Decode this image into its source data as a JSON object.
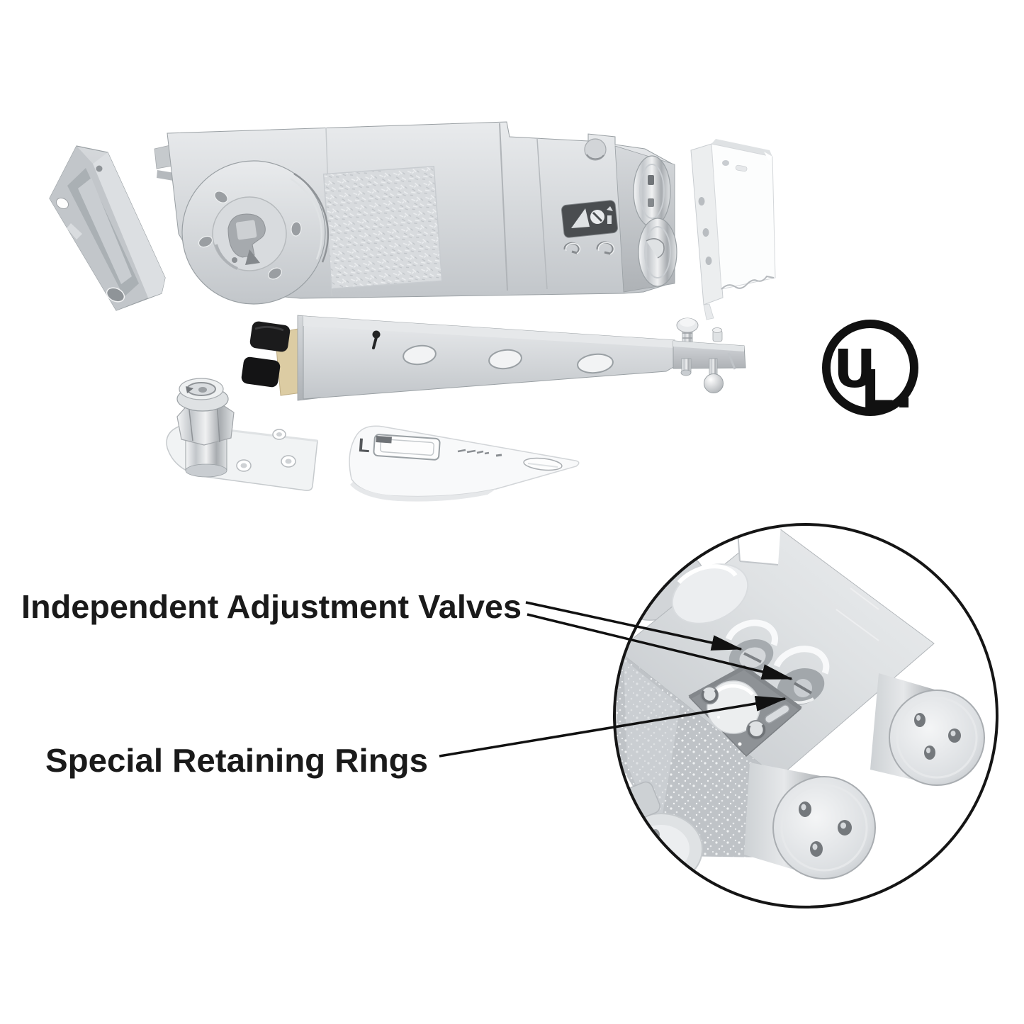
{
  "labels": {
    "adjustment_valves": "Independent Adjustment Valves",
    "retaining_rings": "Special Retaining Rings"
  },
  "certification": {
    "letter_u": "U",
    "letter_l": "L."
  },
  "stamps": {
    "side_arm_letter": "L"
  },
  "colors": {
    "background": "#ffffff",
    "label_text": "#1a1a1a",
    "callout_line": "#111111",
    "detail_circle_outline": "#151515",
    "ul_mark": "#111111",
    "metal_light": "#e9ebed",
    "metal_mid": "#c9cdd1",
    "metal_dark": "#9aa0a4",
    "white_part": "#fbfcfd",
    "spacer_tan": "#dccca3",
    "bumper_black": "#1b1b1c"
  }
}
